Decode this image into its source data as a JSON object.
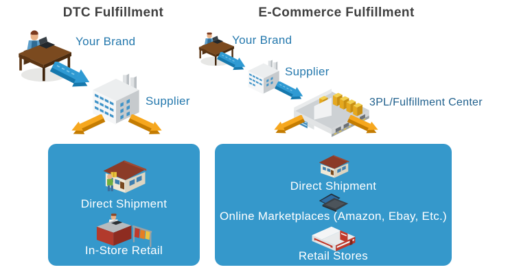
{
  "left": {
    "title": "DTC Fulfillment",
    "brand_label": "Your Brand",
    "supplier_label": "Supplier",
    "panel": {
      "direct_shipment": "Direct Shipment",
      "in_store_retail": "In-Store Retail"
    }
  },
  "right": {
    "title": "E-Commerce Fulfillment",
    "brand_label": "Your Brand",
    "supplier_label": "Supplier",
    "fulfillment_label": "3PL/Fulfillment Center",
    "panel": {
      "direct_shipment": "Direct Shipment",
      "online_marketplaces": "Online Marketplaces (Amazon, Ebay, Etc.)",
      "retail_stores": "Retail Stores"
    }
  },
  "icons": [
    "person-at-desk-icon",
    "factory-icon",
    "warehouse-icon",
    "house-delivery-icon",
    "store-counter-icon",
    "laptop-icon",
    "retail-store-icon",
    "blue-flow-arrow-icon",
    "orange-flow-arrow-icon"
  ],
  "colors": {
    "panel_blue": "#3598cb",
    "label_blue": "#2478ad",
    "dark_label_blue": "#1e5f8c",
    "title_gray": "#3f3f3f",
    "panel_text": "#ffffff",
    "arrow_blue": "#2f9ad3",
    "arrow_orange": "#f6a71e"
  }
}
